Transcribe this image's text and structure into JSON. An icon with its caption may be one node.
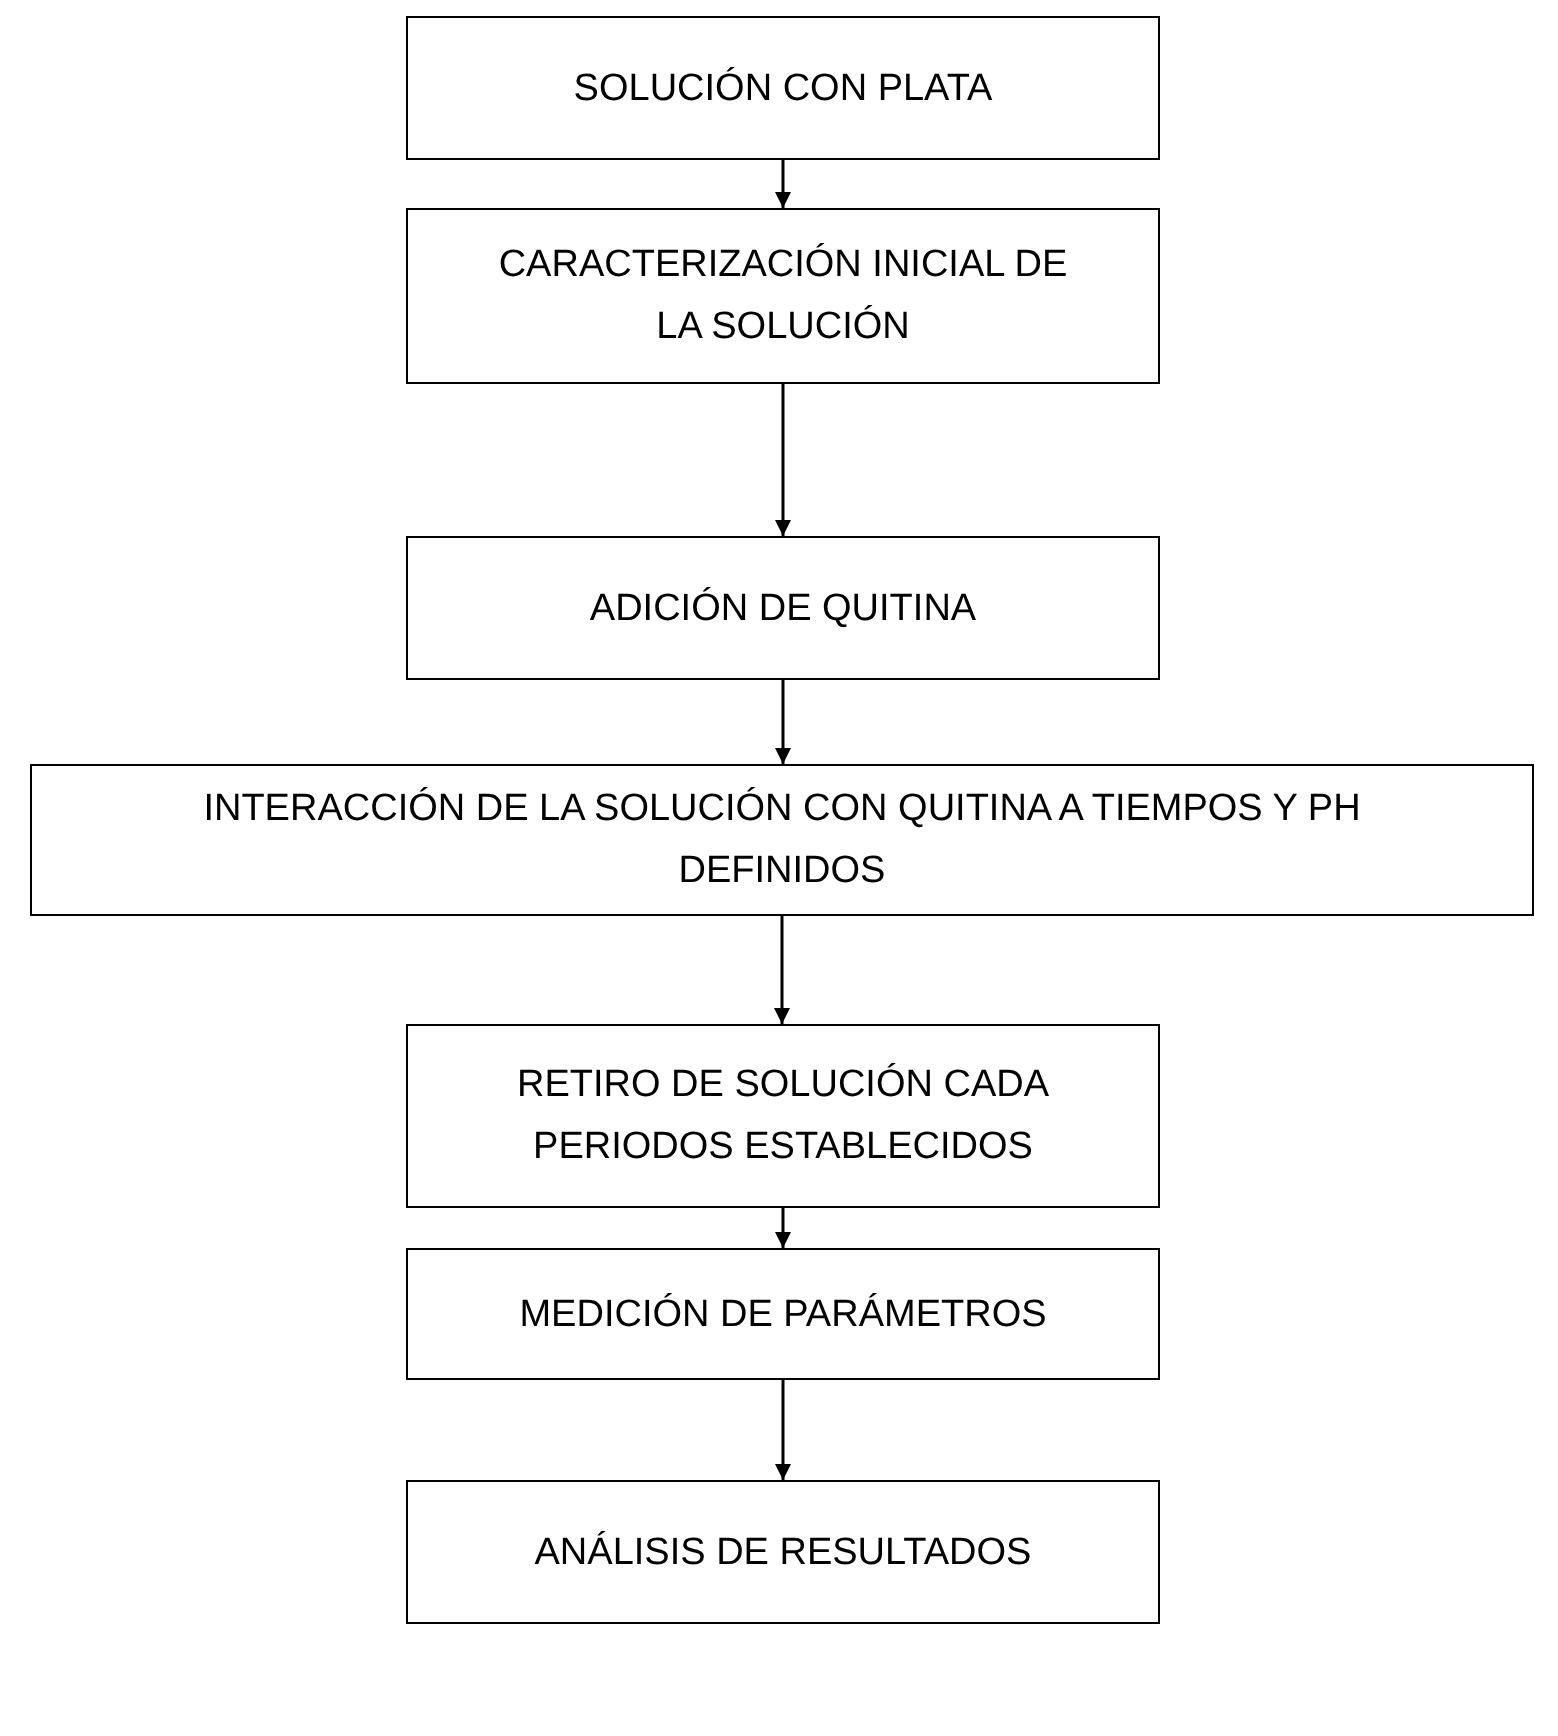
{
  "diagram": {
    "nodes": [
      {
        "text": [
          "SOLUCIÓN CON PLATA"
        ]
      },
      {
        "text": [
          "CARACTERIZACIÓN INICIAL DE LA SOLUCIÓN"
        ]
      },
      {
        "text": [
          "ADICIÓN DE QUITINA"
        ]
      },
      {
        "text": [
          "INTERACCIÓN DE LA SOLUCIÓN CON QUITINA A TIEMPOS Y PH DEFINIDOS"
        ]
      },
      {
        "text": [
          "RETIRO DE SOLUCIÓN CADA PERIODOS ESTABLECIDOS"
        ]
      },
      {
        "text": [
          "MEDICIÓN DE PARÁMETROS"
        ]
      },
      {
        "text": [
          "ANÁLISIS DE RESULTADOS"
        ]
      }
    ],
    "edges": [
      {
        "from": 0,
        "to": 1,
        "arrow": "to"
      },
      {
        "from": 1,
        "to": 2,
        "arrow": "to"
      },
      {
        "from": 2,
        "to": 3,
        "arrow": "to"
      },
      {
        "from": 3,
        "to": 4,
        "arrow": "to"
      },
      {
        "from": 4,
        "to": 5,
        "arrow": "to"
      },
      {
        "from": 5,
        "to": 6,
        "arrow": "to"
      }
    ]
  }
}
